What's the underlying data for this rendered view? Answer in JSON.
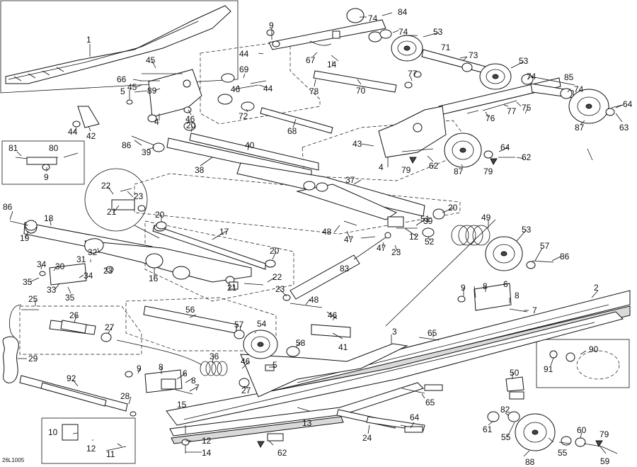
{
  "figure_code": "26L1005",
  "callouts": [
    "1",
    "2",
    "3",
    "4",
    "4",
    "5",
    "5",
    "6",
    "6",
    "7",
    "7",
    "8",
    "8",
    "8",
    "8",
    "9",
    "9",
    "9",
    "9",
    "10",
    "11",
    "12",
    "12",
    "12",
    "13",
    "14",
    "14",
    "15",
    "16",
    "17",
    "18",
    "19",
    "20",
    "20",
    "20",
    "20",
    "21",
    "21",
    "22",
    "22",
    "23",
    "23",
    "23",
    "23",
    "24",
    "25",
    "26",
    "27",
    "27",
    "28",
    "29",
    "30",
    "31",
    "32",
    "33",
    "34",
    "34",
    "35",
    "35",
    "36",
    "37",
    "38",
    "39",
    "39",
    "40",
    "41",
    "42",
    "43",
    "44",
    "44",
    "44",
    "45",
    "45",
    "46",
    "46",
    "46",
    "46",
    "47",
    "47",
    "48",
    "48",
    "49",
    "50",
    "51",
    "52",
    "53",
    "53",
    "53",
    "54",
    "55",
    "55",
    "56",
    "57",
    "57",
    "58",
    "59",
    "60",
    "61",
    "62",
    "62",
    "62",
    "63",
    "64",
    "64",
    "64",
    "65",
    "65",
    "66",
    "67",
    "68",
    "69",
    "70",
    "71",
    "72",
    "73",
    "74",
    "74",
    "74",
    "74",
    "75",
    "76",
    "77",
    "77",
    "78",
    "79",
    "79",
    "79",
    "80",
    "81",
    "82",
    "83",
    "84",
    "85",
    "86",
    "86",
    "86",
    "87",
    "87",
    "88",
    "89",
    "90",
    "91",
    "92"
  ]
}
